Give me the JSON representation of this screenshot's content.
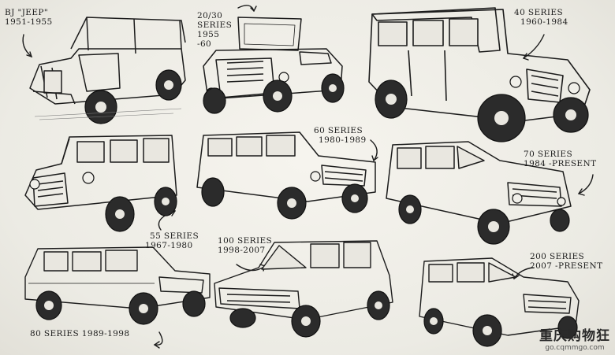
{
  "labels": {
    "bj": {
      "line1": "BJ \"JEEP\"",
      "line2": "1951-1955"
    },
    "s2030": {
      "line1": "20/30",
      "line2": "SERIES",
      "line3": "1955",
      "line4": "-60"
    },
    "s40": {
      "line1": "40 SERIES",
      "line2": "1960-1984"
    },
    "s60": {
      "line1": "60 SERIES",
      "line2": "1980-1989"
    },
    "s70": {
      "line1": "70 SERIES",
      "line2": "1984 -PRESENT"
    },
    "s55": {
      "line1": "55 SERIES",
      "line2": "1967-1980"
    },
    "s100": {
      "line1": "100 SERIES",
      "line2": "1998-2007"
    },
    "s200": {
      "line1": "200 SERIES",
      "line2": "2007 -PRESENT"
    },
    "s80": {
      "line1": "80 SERIES 1989-1998"
    }
  },
  "watermark": {
    "title": "重庆购物狂",
    "url": "go.cqmmgo.com"
  },
  "colors": {
    "ink": "#1c1c1c",
    "paper": "#f1efe9",
    "shade": "#6b6b6b"
  }
}
